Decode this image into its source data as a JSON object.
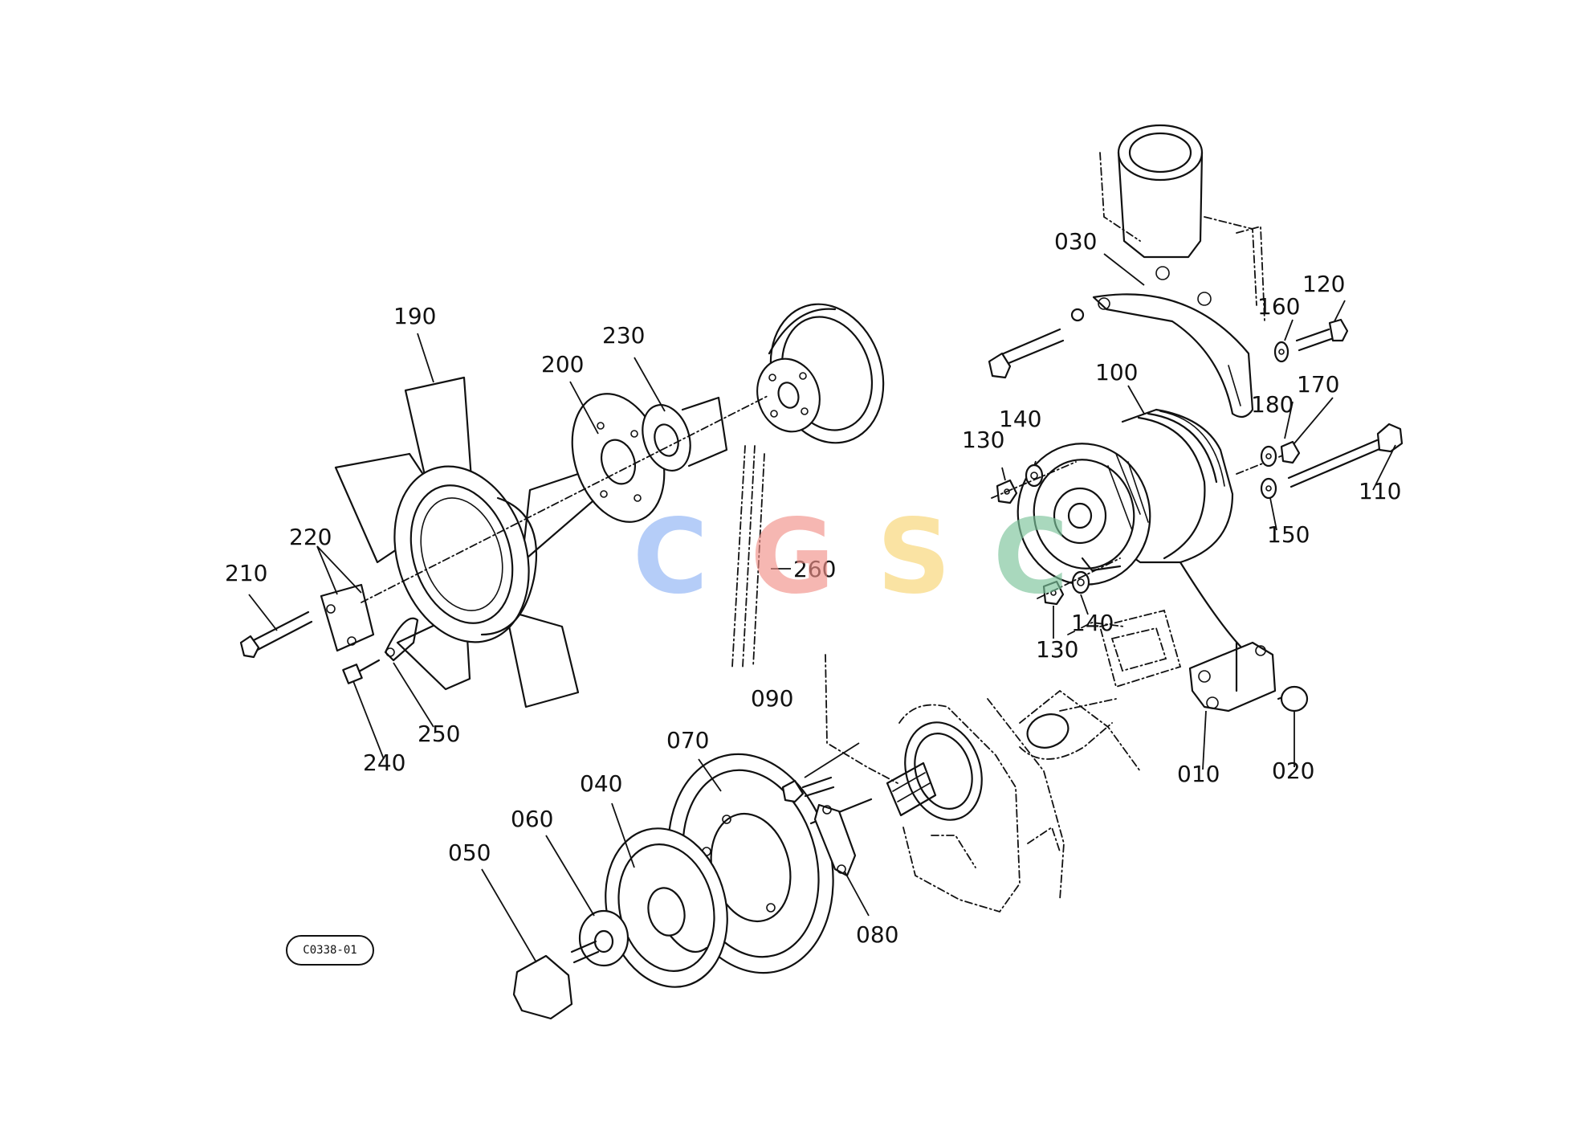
{
  "diagram_code": "C0338-01",
  "watermark": {
    "letters": [
      {
        "char": "C",
        "color": "#8FB3F5"
      },
      {
        "char": "G",
        "color": "#F2918A"
      },
      {
        "char": "S",
        "color": "#F8D572"
      },
      {
        "char": "C",
        "color": "#7CC49B"
      }
    ]
  },
  "callouts": {
    "c010": "010",
    "c020": "020",
    "c030": "030",
    "c040": "040",
    "c050": "050",
    "c060": "060",
    "c070": "070",
    "c080": "080",
    "c090": "090",
    "c100": "100",
    "c110": "110",
    "c120": "120",
    "c130a": "130",
    "c130b": "130",
    "c140a": "140",
    "c140b": "140",
    "c150": "150",
    "c160": "160",
    "c170": "170",
    "c180": "180",
    "c190": "190",
    "c200": "200",
    "c210": "210",
    "c220": "220",
    "c230": "230",
    "c240": "240",
    "c250": "250",
    "c260": "260"
  }
}
